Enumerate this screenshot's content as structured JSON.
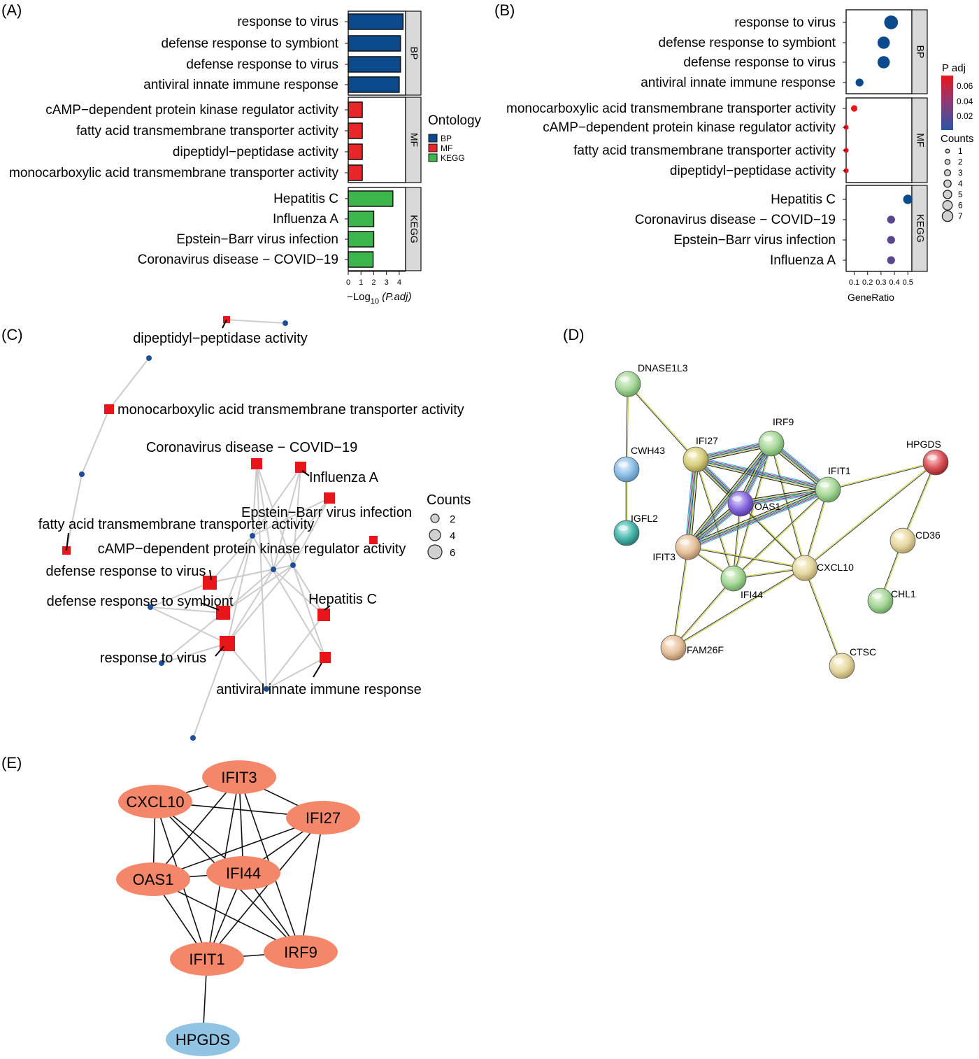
{
  "panels": {
    "A": "(A)",
    "B": "(B)",
    "C": "(C)",
    "D": "(D)",
    "E": "(E)"
  },
  "colors": {
    "BP": "#0b4a8c",
    "MF": "#e8262a",
    "KEGG": "#3cb54a",
    "strip": "#d9d9d9",
    "edge": "#cccccc",
    "gene_node": "#1f4e99",
    "term_node": "#e8161a",
    "hub": "#f4876a",
    "hpgds": "#90c4e2"
  },
  "chart_data": [
    {
      "type": "bar",
      "panel": "A",
      "orientation": "horizontal",
      "xlabel_pre": "−Log",
      "xlabel_sub": "10",
      "xlabel_post": " (P.adj)",
      "xlim": [
        0,
        4.5
      ],
      "xticks": [
        0,
        1,
        2,
        3,
        4
      ],
      "legend": {
        "title": "Ontology",
        "entries": [
          "BP",
          "MF",
          "KEGG"
        ]
      },
      "facets": [
        {
          "name": "BP",
          "categories": [
            "response to virus",
            "defense response to symbiont",
            "defense response to virus",
            "antiviral innate immune response"
          ],
          "values": [
            4.3,
            4.1,
            4.1,
            4.0
          ]
        },
        {
          "name": "MF",
          "categories": [
            "cAMP−dependent protein kinase regulator activity",
            "fatty acid transmembrane transporter activity",
            "dipeptidyl−peptidase activity",
            "monocarboxylic acid transmembrane transporter activity"
          ],
          "values": [
            1.1,
            1.1,
            1.1,
            1.1
          ]
        },
        {
          "name": "KEGG",
          "categories": [
            "Hepatitis C",
            "Influenza A",
            "Epstein−Barr virus infection",
            "Coronavirus disease − COVID−19"
          ],
          "values": [
            3.5,
            2.0,
            2.0,
            1.95
          ]
        }
      ]
    },
    {
      "type": "scatter",
      "panel": "B",
      "xlabel": "GeneRatio",
      "xlim": [
        0.04,
        0.53
      ],
      "xticks": [
        "0.1",
        "0.2",
        "0.3",
        "0.4",
        "0.5"
      ],
      "color_legend": {
        "title": "P adj",
        "ticks": [
          "0.06",
          "0.04",
          "0.02"
        ]
      },
      "size_legend": {
        "title": "Counts",
        "values": [
          1,
          2,
          3,
          4,
          5,
          6,
          7
        ]
      },
      "facets": [
        {
          "name": "BP",
          "categories": [
            "response to virus",
            "defense response to symbiont",
            "defense response to virus",
            "antiviral innate immune response"
          ],
          "x": [
            0.375,
            0.32,
            0.32,
            0.14
          ],
          "counts": [
            7,
            6,
            6,
            3
          ],
          "padj": [
            0.0003,
            0.0004,
            0.0004,
            0.0005
          ]
        },
        {
          "name": "MF",
          "categories": [
            "monocarboxylic acid transmembrane transporter activity",
            "cAMP−dependent protein kinase regulator activity",
            "fatty acid transmembrane transporter activity",
            "dipeptidyl−peptidase activity"
          ],
          "x": [
            0.1,
            0.04,
            0.04,
            0.04
          ],
          "counts": [
            2,
            1,
            1,
            1
          ],
          "padj": [
            0.068,
            0.068,
            0.068,
            0.068
          ]
        },
        {
          "name": "KEGG",
          "categories": [
            "Hepatitis C",
            "Coronavirus disease − COVID−19",
            "Epstein−Barr virus infection",
            "Influenza A"
          ],
          "x": [
            0.5,
            0.375,
            0.375,
            0.375
          ],
          "counts": [
            4,
            3,
            3,
            3
          ],
          "padj": [
            0.0003,
            0.011,
            0.011,
            0.011
          ]
        }
      ]
    }
  ],
  "networkC": {
    "legend_title": "Counts",
    "legend_values": [
      "2",
      "4",
      "6"
    ],
    "terms": [
      {
        "label": "dipeptidyl−peptidase activity"
      },
      {
        "label": "monocarboxylic acid transmembrane transporter activity"
      },
      {
        "label": "Coronavirus disease − COVID−19"
      },
      {
        "label": "Influenza A"
      },
      {
        "label": "Epstein−Barr virus infection"
      },
      {
        "label": "fatty acid transmembrane transporter activity"
      },
      {
        "label": "cAMP−dependent protein kinase regulator activity"
      },
      {
        "label": "defense response to virus"
      },
      {
        "label": "defense response to symbiont"
      },
      {
        "label": "Hepatitis C"
      },
      {
        "label": "response to virus"
      },
      {
        "label": "antiviral innate immune response"
      }
    ]
  },
  "networkD": {
    "nodes": [
      "DNASE1L3",
      "CWH43",
      "IGFL2",
      "IFI27",
      "IRF9",
      "IFIT1",
      "HPGDS",
      "OAS1",
      "IFIT3",
      "CD36",
      "CXCL10",
      "IFI44",
      "CHL1",
      "FAM26F",
      "CTSC"
    ]
  },
  "networkE": {
    "nodes": [
      "IFIT3",
      "CXCL10",
      "IFI27",
      "OAS1",
      "IFI44",
      "IFIT1",
      "IRF9",
      "HPGDS"
    ]
  }
}
